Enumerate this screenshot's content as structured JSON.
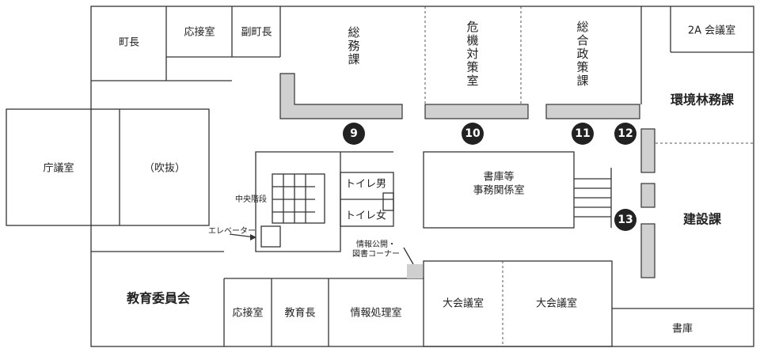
{
  "rooms": {
    "mayor": "町長",
    "reception_top": "応接室",
    "deputy_mayor": "副町長",
    "general_affairs": "総務課",
    "crisis_management": "危機対策室",
    "policy": "総合政策課",
    "meeting_2a": "2A 会議室",
    "environment_forestry": "環境林務課",
    "assembly_chamber": "庁議室",
    "atrium": "（吹抜）",
    "central_stairs": "中央階段",
    "toilet_men": "トイレ男",
    "toilet_women": "トイレ女",
    "elevator": "エレベーター",
    "archives": "書庫等事務関係室",
    "construction": "建設課",
    "info_disclosure": "情報公開・図書コーナー",
    "education_board": "教育委員会",
    "reception_bottom": "応接室",
    "superintendent": "教育長",
    "info_processing": "情報処理室",
    "large_meeting_1": "大会議室",
    "large_meeting_2": "大会議室",
    "storage": "書庫"
  },
  "counters": [
    "9",
    "10",
    "11",
    "12",
    "13"
  ]
}
